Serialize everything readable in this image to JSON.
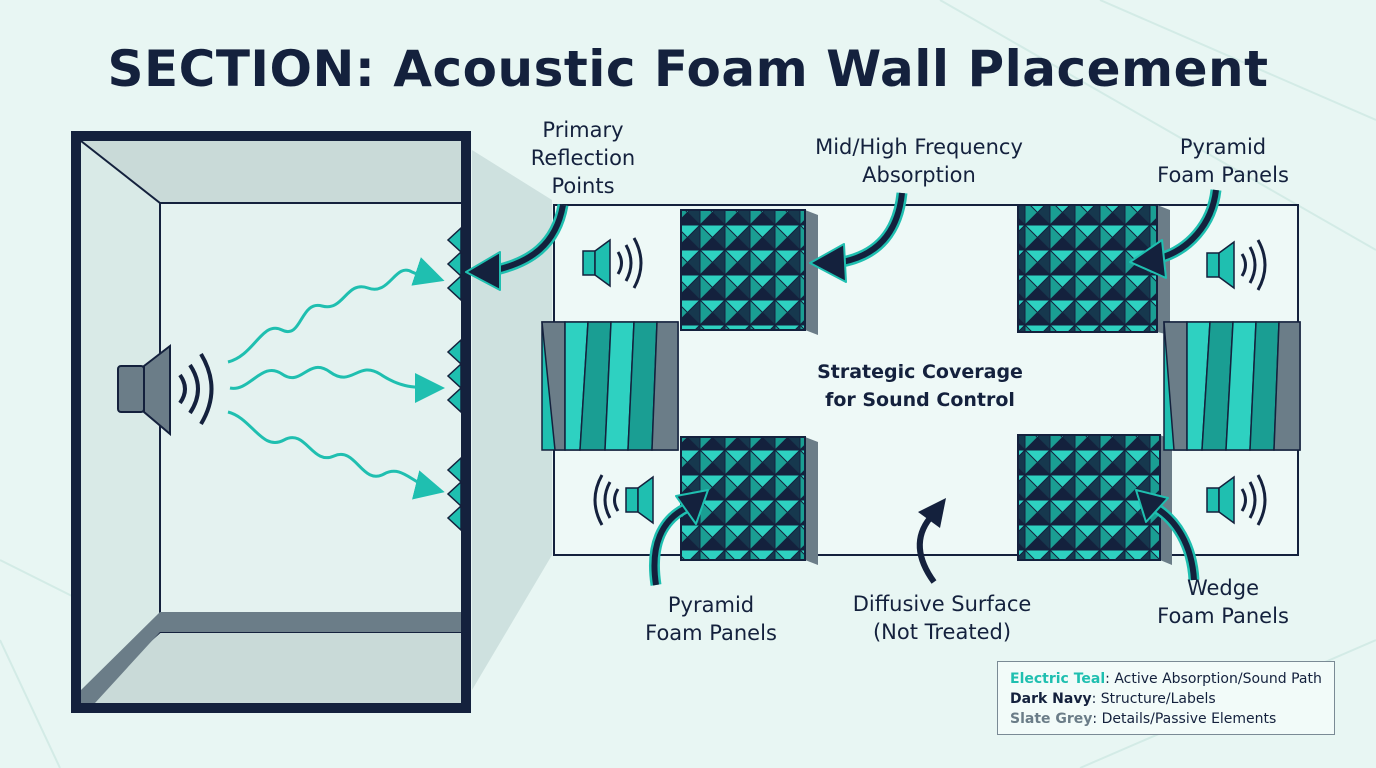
{
  "title": "SECTION: Acoustic Foam Wall Placement",
  "labels": {
    "primary_reflection": [
      "Primary",
      "Reflection",
      "Points"
    ],
    "mid_high": [
      "Mid/High Frequency",
      "Absorption"
    ],
    "pyramid_top": [
      "Pyramid",
      "Foam Panels"
    ],
    "pyramid_bottom": [
      "Pyramid",
      "Foam Panels"
    ],
    "diffusive": [
      "Diffusive Surface",
      "(Not Treated)"
    ],
    "wedge": [
      "Wedge",
      "Foam Panels"
    ],
    "center": [
      "Strategic Coverage",
      "for Sound Control"
    ]
  },
  "legend": [
    {
      "key": "Electric Teal",
      "sep": ": ",
      "value": "Active Absorption/Sound Path",
      "color": "#1fbfb0"
    },
    {
      "key": "Dark Navy",
      "sep": ": ",
      "value": "Structure/Labels",
      "color": "#14213d"
    },
    {
      "key": "Slate Grey",
      "sep": ": ",
      "value": "Details/Passive Elements",
      "color": "#6b7d88"
    }
  ],
  "colors": {
    "teal": "#1fbfb0",
    "navy": "#14213d",
    "slate": "#6b7d88",
    "background": "#e8f6f3"
  }
}
